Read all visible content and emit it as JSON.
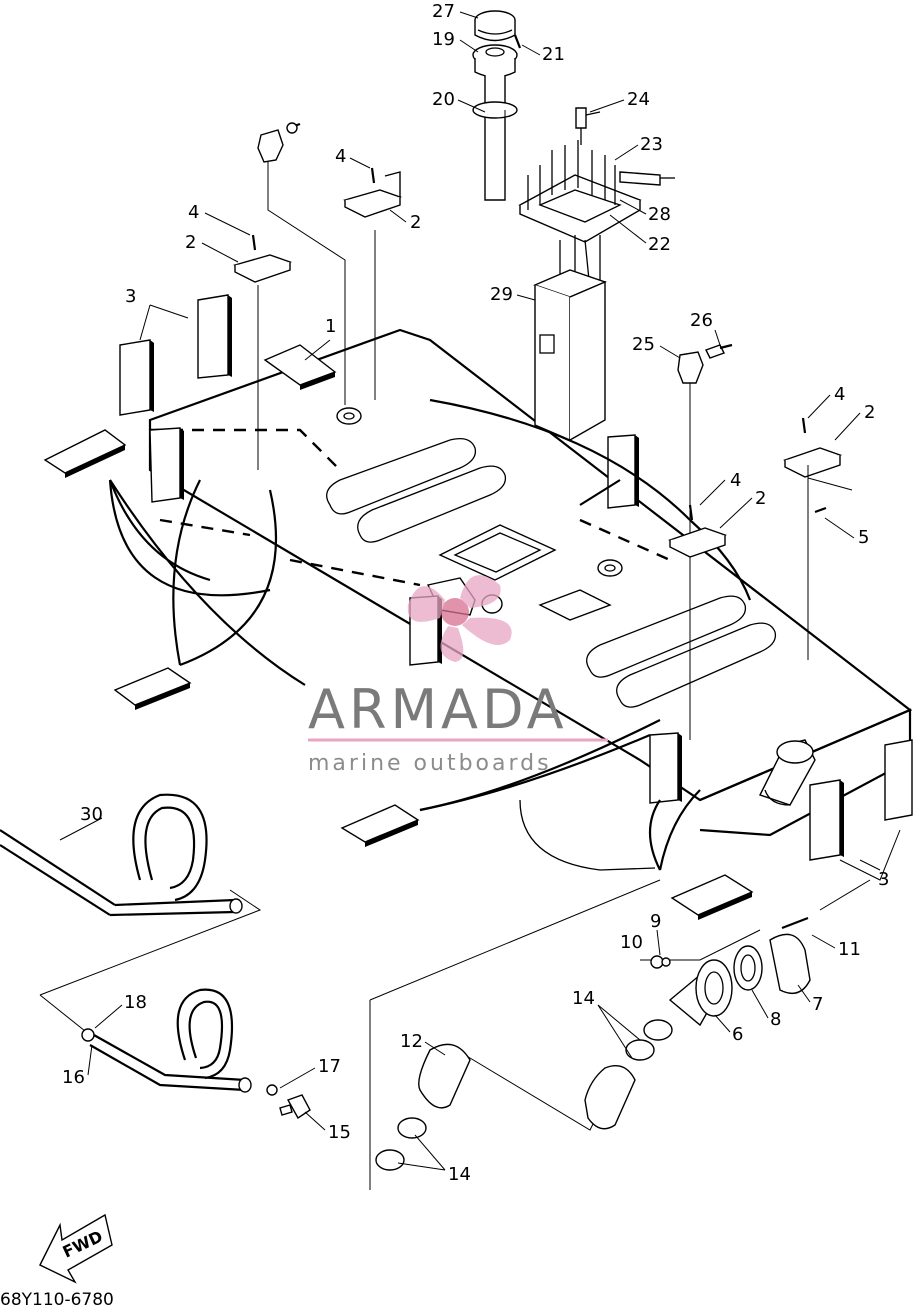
{
  "diagram_code": "68Y110-6780",
  "fwd_label": "FWD",
  "watermark": {
    "title": "ARMADA",
    "subtitle": "marine outboards"
  },
  "colors": {
    "line": "#000000",
    "watermark_gray": "#7a7a7a",
    "watermark_pink": "#e8a6c4",
    "watermark_rose": "#d7708f"
  },
  "callouts": {
    "c1": "1",
    "c2a": "2",
    "c2b": "2",
    "c2c": "2",
    "c2d": "2",
    "c3a": "3",
    "c3b": "3",
    "c4a": "4",
    "c4b": "4",
    "c4c": "4",
    "c4d": "4",
    "c5": "5",
    "c6": "6",
    "c7": "7",
    "c8": "8",
    "c9": "9",
    "c10": "10",
    "c11": "11",
    "c12": "12",
    "c14a": "14",
    "c14b": "14",
    "c15": "15",
    "c16": "16",
    "c17": "17",
    "c18": "18",
    "c19": "19",
    "c20": "20",
    "c21": "21",
    "c22": "22",
    "c23": "23",
    "c24": "24",
    "c25": "25",
    "c26": "26",
    "c27": "27",
    "c28": "28",
    "c29": "29",
    "c30": "30"
  }
}
